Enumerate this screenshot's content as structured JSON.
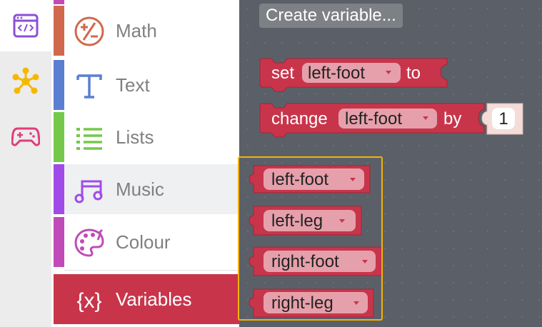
{
  "rail": {
    "items": [
      {
        "name": "code-editor-icon",
        "active": true
      },
      {
        "name": "extensions-icon",
        "active": false
      },
      {
        "name": "gamepad-icon",
        "active": false
      }
    ]
  },
  "categories": [
    {
      "label": "Math",
      "color": "#d0694c",
      "icon": "math-icon"
    },
    {
      "label": "Text",
      "color": "#5a7fd0",
      "icon": "text-icon"
    },
    {
      "label": "Lists",
      "color": "#74c94b",
      "icon": "list-icon"
    },
    {
      "label": "Music",
      "color": "#a04be8",
      "icon": "music-icon"
    },
    {
      "label": "Colour",
      "color": "#c04bb8",
      "icon": "palette-icon"
    },
    {
      "label": "Variables",
      "color": "#c8354b",
      "icon": "braces-icon"
    }
  ],
  "top_partial_color": "#c04bb8",
  "workspace": {
    "create_variable_label": "Create variable...",
    "set_block": {
      "kw": "set",
      "var": "left-foot",
      "to": "to"
    },
    "change_block": {
      "kw": "change",
      "var": "left-foot",
      "by": "by",
      "value": "1"
    },
    "variables": [
      "left-foot",
      "left-leg",
      "right-foot",
      "right-leg"
    ]
  },
  "colors": {
    "block": "#c8354b",
    "block_dark": "#9e2838",
    "dropdown": "#e6a0ab",
    "highlight": "#f5b300"
  }
}
